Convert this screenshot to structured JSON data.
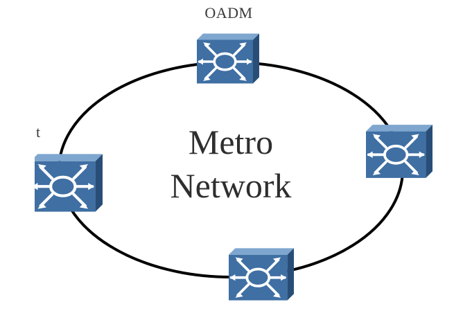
{
  "diagram": {
    "center_label_line1": "Metro",
    "center_label_line2": "Network",
    "top_node_label": "OADM",
    "left_node_label_fragment": "t"
  },
  "nodes": [
    {
      "id": "top",
      "icon": "optical-switch-icon"
    },
    {
      "id": "right",
      "icon": "optical-switch-icon"
    },
    {
      "id": "bottom",
      "icon": "optical-switch-icon"
    },
    {
      "id": "left",
      "icon": "optical-switch-icon"
    }
  ],
  "colors": {
    "node_front": "#3f6fa3",
    "node_top": "#7ea6cf",
    "node_side": "#284e78",
    "ring": "#000000"
  }
}
